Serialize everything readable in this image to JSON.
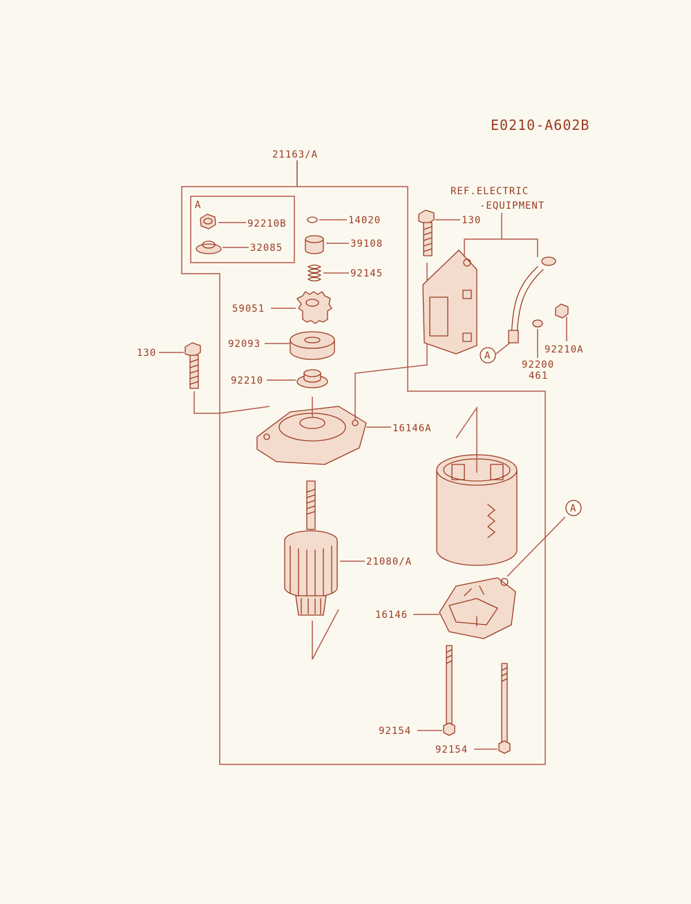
{
  "diagram_code": "E0210-A602B",
  "callouts": {
    "starter_assy": "21163/A",
    "inset_tag": "A",
    "nut_a": "92210B",
    "cap": "32085",
    "ring": "14020",
    "collar": "39108",
    "spring": "92145",
    "pinion": "59051",
    "washer": "92093",
    "nut": "92210",
    "bolt_right": "130",
    "bolt_left": "130",
    "front_cover": "16146A",
    "armature": "21080/A",
    "rear_cover": "16146",
    "thru_bolt_1": "92154",
    "thru_bolt_2": "92154",
    "ref_line1": "REF.ELECTRIC",
    "ref_line2": "-EQUIPMENT",
    "wire_nut": "92210A",
    "wire_washer": "92200",
    "wire_washer_alt": "461",
    "wire_tag": "A",
    "yoke_tag": "A"
  },
  "colors": {
    "ink": "#9c3a22",
    "leader": "#b4584a",
    "paper": "#fbf9ef"
  }
}
